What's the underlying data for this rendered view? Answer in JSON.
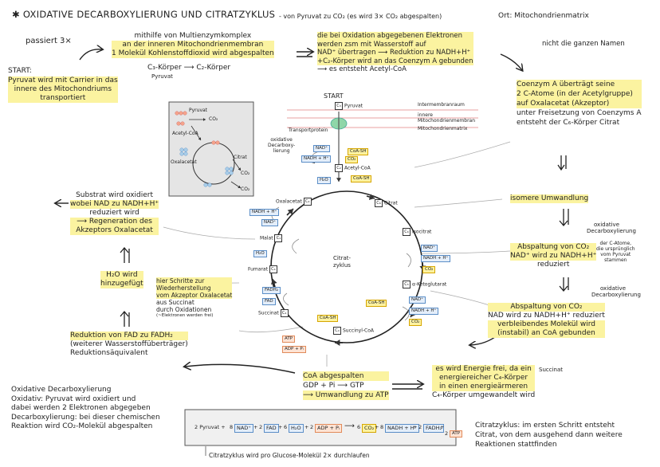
{
  "title": "OXIDATIVE DECARBOXYLIERUNG UND CITRATZYKLUS",
  "title_note": "- von Pyruvat zu CO₂ (es wird 3× CO₂ abgespalten)",
  "location": "Ort: Mitochondrienmatrix",
  "passiert": "passiert 3×",
  "start_label": "START:",
  "start_text": [
    "Pyruvat wird mit Carrier in das",
    "innere des Mitochondriums",
    "transportiert"
  ],
  "enzyme_text": [
    "mithilfe von Multienzymkomplex",
    "an der inneren Mitochondrienmembran",
    "1 Molekül Kohlenstoffdioxid wird abgespalten"
  ],
  "c3_c2": "C₃-Körper ⟶ C₂-Körper",
  "pyruvat_small": "Pyruvat",
  "electrons_text": [
    "die bei Oxidation abgegebenen Elektronen",
    "werden zsm mit Wasserstoff auf",
    "NAD⁺ übertragen ⟶ Reduktion zu NADH+H⁺",
    "+C₂-Körper wird an das Coenzym A gebunden",
    "⟶ es entsteht Acetyl-CoA"
  ],
  "not_names": "nicht die ganzen Namen",
  "coenzym_text": [
    "Coenzym A überträgt seine",
    "2 C-Atome (in der Acetylgruppe)",
    "auf Oxalacetat (Akzeptor)",
    "unter Freisetzung von Coenzyms A",
    "entsteht der C₆-Körper Citrat"
  ],
  "isomer": "isomere Umwandlung",
  "ox_decarb_label": "oxidative Decarboxylierung",
  "abspaltung1": [
    "Abspaltung von CO₂",
    "NAD⁺ wird zu NADH+H⁺",
    "reduziert"
  ],
  "side_note1": [
    "der C-Atome,",
    "die ursprünglich",
    "vom Pyruvat",
    "stammen"
  ],
  "abspaltung2": [
    "Abspaltung von CO₂",
    "NAD wird zu NADH+H⁺ reduziert",
    "verbleibendes Molekül wird",
    "(instabil) an CoA gebunden"
  ],
  "energie": [
    "es wird Energie frei, da ein",
    "energiereicher C₄-Körper",
    "in einen energieärmeren",
    "C₄-Körper umgewandelt wird"
  ],
  "succinat_note": "Succinat",
  "coa_text": [
    "CoA abgespalten",
    "GDP + Pi ⟶ GTP",
    "⟶ Umwandlung zu ATP"
  ],
  "fad_text": [
    "Reduktion von FAD zu FADH₂",
    "(weiterer Wasserstoffüberträger)",
    "Reduktionsäquivalent"
  ],
  "h2o_text": [
    "H₂O wird",
    "hinzugefügt"
  ],
  "substrat_text": [
    "Substrat wird oxidiert",
    "wobei NAD zu NADH+H⁺",
    "reduziert wird",
    "⟶ Regeneration des",
    "Akzeptors Oxalacetat"
  ],
  "schritte_text": [
    "hier Schritte zur",
    "Wiederherstellung",
    "vom Akzeptor Oxalacetat",
    "aus Succinat",
    "durch Oxidationen",
    "(~Elektronen werden frei)"
  ],
  "bottom_left": [
    "Oxidative Decarboxylierung",
    "Oxidativ: Pyruvat wird oxidiert und",
    "dabei werden 2 Elektronen abgegeben",
    "Decarboxylierung: bei dieser chemischen",
    "Reaktion wird CO₂-Molekül abgespalten"
  ],
  "bottom_right": [
    "Citratzyklus: im ersten Schritt entsteht",
    "Citrat, von dem ausgehend dann weitere",
    "Reaktionen stattfinden"
  ],
  "eq_caption": "Citratzyklus wird pro Glucose-Molekül 2× durchlaufen",
  "equation": {
    "lhs": [
      "2 Pyruvat +",
      "8",
      "NAD⁺",
      "+",
      "2",
      "FAD",
      "+",
      "6",
      "H₂O",
      "+",
      "2",
      "ADP + Pᵢ"
    ],
    "arrow": "⟶",
    "rhs": [
      "6",
      "CO₂",
      "+",
      "8",
      "NADH + H⁺",
      "+",
      "2",
      "FADH₂",
      "+",
      "2",
      "ATP"
    ]
  },
  "diagram": {
    "start": "START",
    "membranes": [
      "Intermembranraum",
      "innere Mitochondrienmembran",
      "Mitochondrienmatrix"
    ],
    "transport": "Transportprotein",
    "pyruvat": "Pyruvat",
    "acetyl": "Acetyl-CoA",
    "ox_decarb": [
      "oxidative",
      "Decarboxy-",
      "lierung"
    ],
    "center": [
      "Citrat-",
      "zyklus"
    ],
    "nodes": [
      "Oxalacetat",
      "Citrat",
      "Isocitrat",
      "α-Ketoglutarat",
      "Succinyl-CoA",
      "Succinat",
      "Fumarat",
      "Malat"
    ],
    "cboxes": [
      "C₃",
      "C₂",
      "C₄",
      "C₆",
      "C₆",
      "C₅",
      "C₄",
      "C₄",
      "C₄",
      "C₄"
    ],
    "chips": {
      "nad": "NAD⁺",
      "nadh": "NADH + H⁺",
      "co2": "CO₂",
      "h2o": "H₂O",
      "coash": "CoA-SH",
      "fad": "FAD",
      "fadh2": "FADH₂",
      "atp": "ATP",
      "adp": "ADP + Pᵢ"
    }
  },
  "inset": {
    "labels": [
      "Pyruvat",
      "CO₂",
      "Acetyl-CoA",
      "Oxalacetat",
      "Citrat",
      "CO₂",
      "CO₂"
    ]
  }
}
